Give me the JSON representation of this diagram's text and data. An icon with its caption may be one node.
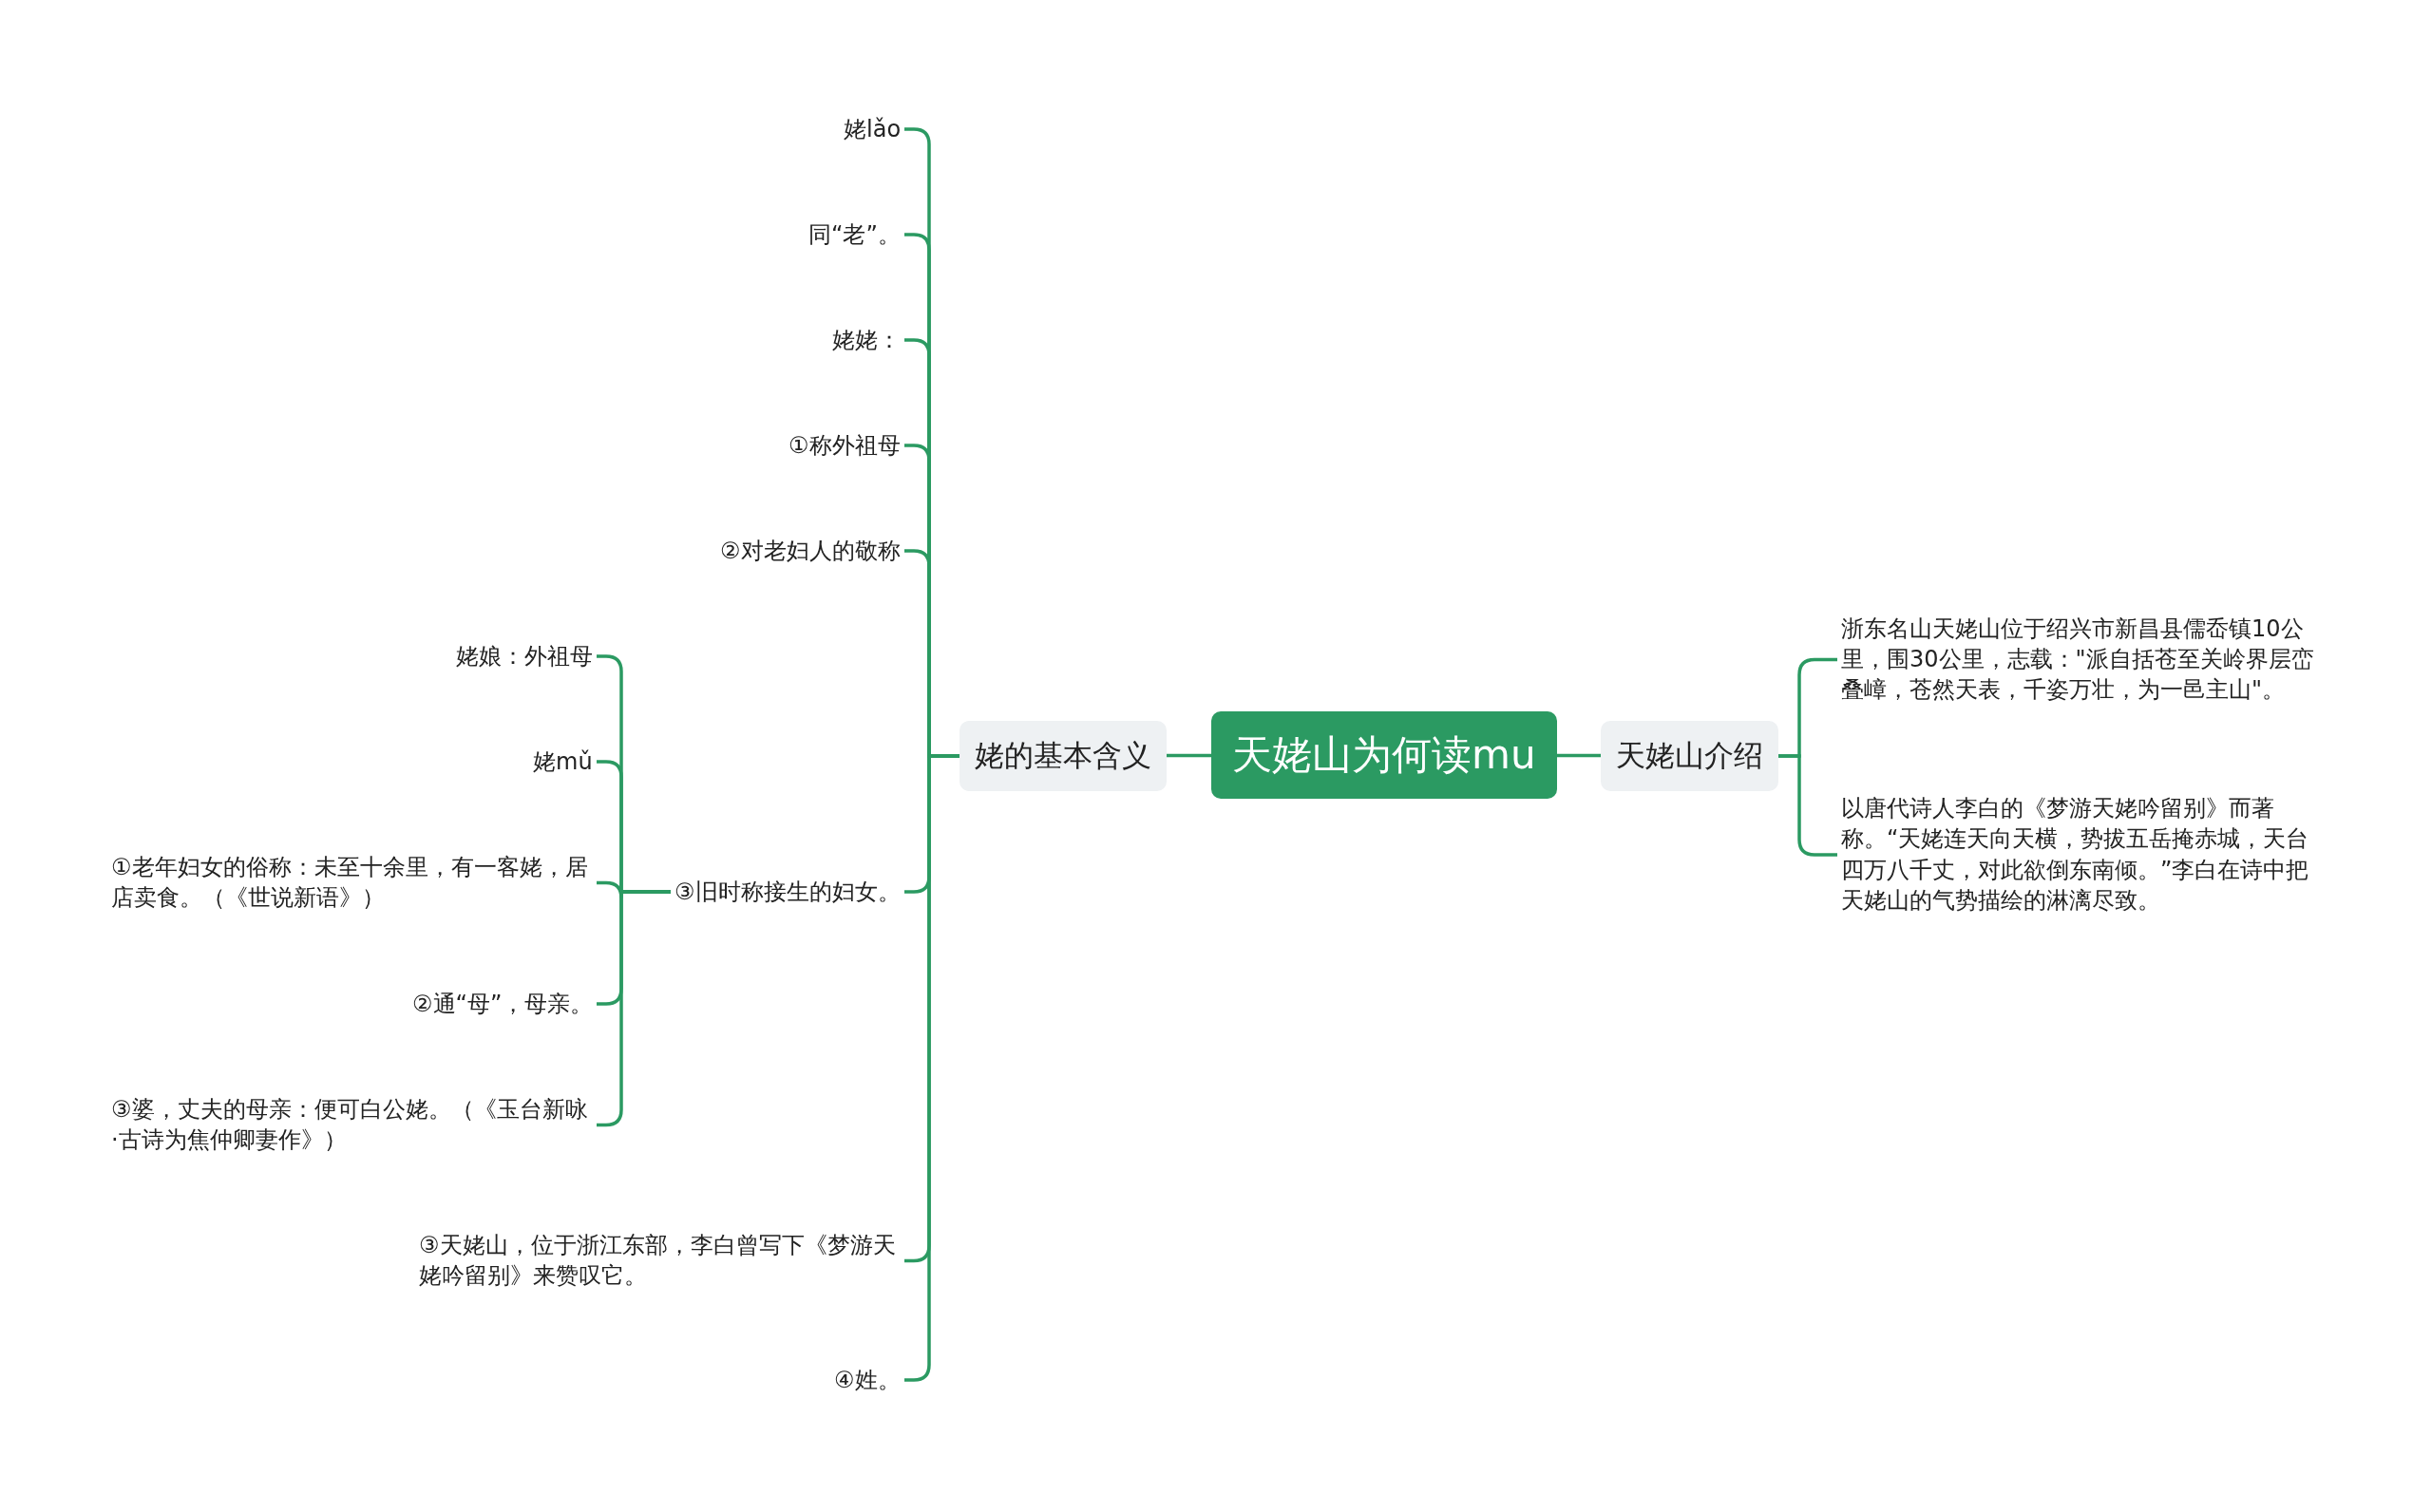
{
  "diagram": {
    "nodes": [
      {
        "text": [
          "天姥山为何读mu"
        ]
      },
      {
        "text": [
          "姥的基本含义"
        ]
      },
      {
        "text": [
          "天姥山介绍"
        ]
      },
      {
        "text": [
          "浙东名山天姥山位于绍兴市新昌县儒岙镇10公里，围30公里，志载：\"派自括苍至关岭界层峦叠嶂，苍然天表，千姿万壮，为一邑主山\"。"
        ]
      },
      {
        "text": [
          "以唐代诗人李白的《梦游天姥吟留别》而著称。“天姥连天向天横，势拔五岳掩赤城，天台四万八千丈，对此欲倒东南倾。”李白在诗中把天姥山的气势描绘的淋漓尽致。"
        ]
      },
      {
        "text": [
          "姥lǎo"
        ]
      },
      {
        "text": [
          "同“老”。"
        ]
      },
      {
        "text": [
          "姥姥："
        ]
      },
      {
        "text": [
          "①称外祖母"
        ]
      },
      {
        "text": [
          "②对老妇人的敬称"
        ]
      },
      {
        "text": [
          "③旧时称接生的妇女。"
        ]
      },
      {
        "text": [
          "③天姥山，位于浙江东部，李白曾写下《梦游天姥吟留别》来赞叹它。"
        ]
      },
      {
        "text": [
          "④姓。"
        ]
      },
      {
        "text": [
          "姥娘：外祖母"
        ]
      },
      {
        "text": [
          "姥mǔ"
        ]
      },
      {
        "text": [
          "①老年妇女的俗称：未至十余里，有一客姥，居店卖食。（《世说新语》）"
        ]
      },
      {
        "text": [
          "②通“母”，母亲。"
        ]
      },
      {
        "text": [
          "③婆，丈夫的母亲：便可白公姥。（《玉台新咏·古诗为焦仲卿妻作》）"
        ]
      }
    ],
    "edges": [
      {
        "from": 0,
        "to": 1,
        "arrow": "none"
      },
      {
        "from": 0,
        "to": 2,
        "arrow": "none"
      },
      {
        "from": 2,
        "to": 3,
        "arrow": "none"
      },
      {
        "from": 2,
        "to": 4,
        "arrow": "none"
      },
      {
        "from": 1,
        "to": 5,
        "arrow": "none"
      },
      {
        "from": 1,
        "to": 6,
        "arrow": "none"
      },
      {
        "from": 1,
        "to": 7,
        "arrow": "none"
      },
      {
        "from": 1,
        "to": 8,
        "arrow": "none"
      },
      {
        "from": 1,
        "to": 9,
        "arrow": "none"
      },
      {
        "from": 1,
        "to": 10,
        "arrow": "none"
      },
      {
        "from": 1,
        "to": 11,
        "arrow": "none"
      },
      {
        "from": 1,
        "to": 12,
        "arrow": "none"
      },
      {
        "from": 10,
        "to": 13,
        "arrow": "none"
      },
      {
        "from": 10,
        "to": 14,
        "arrow": "none"
      },
      {
        "from": 10,
        "to": 15,
        "arrow": "none"
      },
      {
        "from": 10,
        "to": 16,
        "arrow": "none"
      },
      {
        "from": 10,
        "to": 17,
        "arrow": "none"
      }
    ]
  }
}
